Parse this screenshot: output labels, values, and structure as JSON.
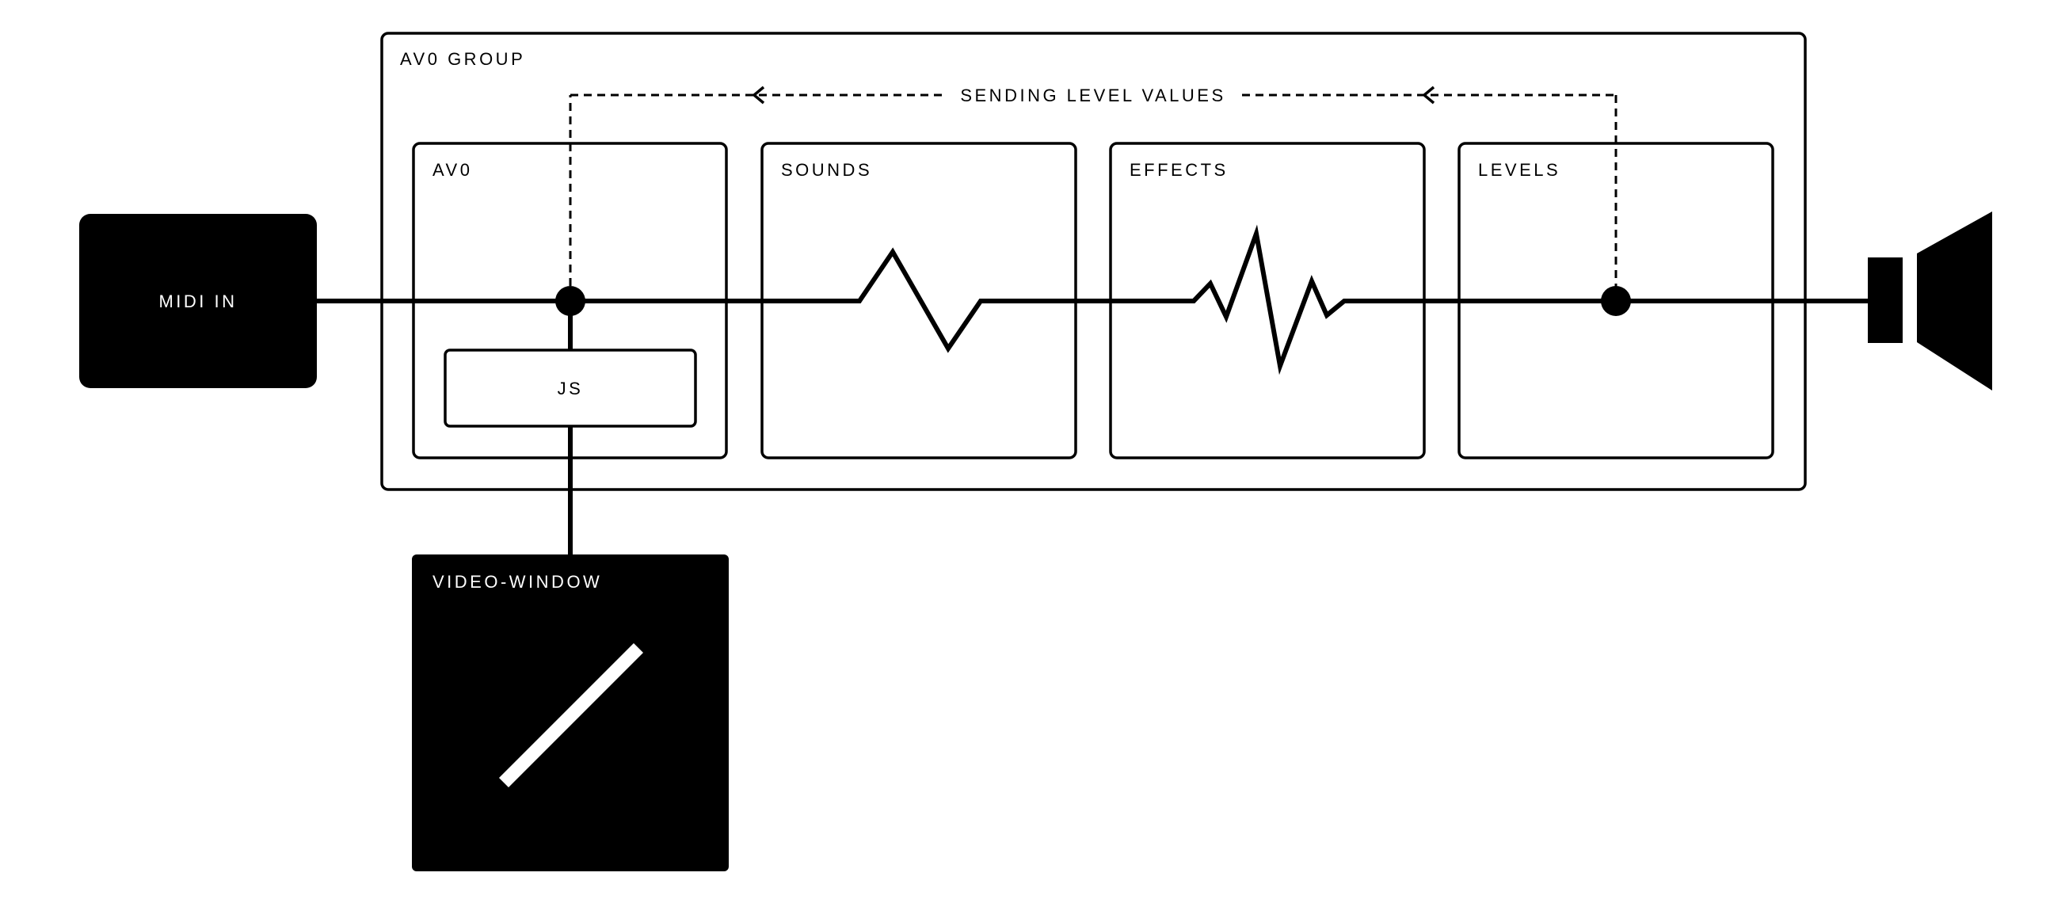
{
  "group": {
    "label": "AV0 GROUP"
  },
  "feedback": {
    "label": "SENDING LEVEL VALUES"
  },
  "modules": [
    {
      "id": "av0",
      "label": "AV0"
    },
    {
      "id": "sounds",
      "label": "SOUNDS"
    },
    {
      "id": "effects",
      "label": "EFFECTS"
    },
    {
      "id": "levels",
      "label": "LEVELS"
    }
  ],
  "midi_in": {
    "label": "MIDI IN"
  },
  "js_box": {
    "label": "JS"
  },
  "video_window": {
    "label": "VIDEO-WINDOW"
  },
  "icons": {
    "speaker": "speaker-icon",
    "video_slash": "diagonal-line-icon"
  }
}
